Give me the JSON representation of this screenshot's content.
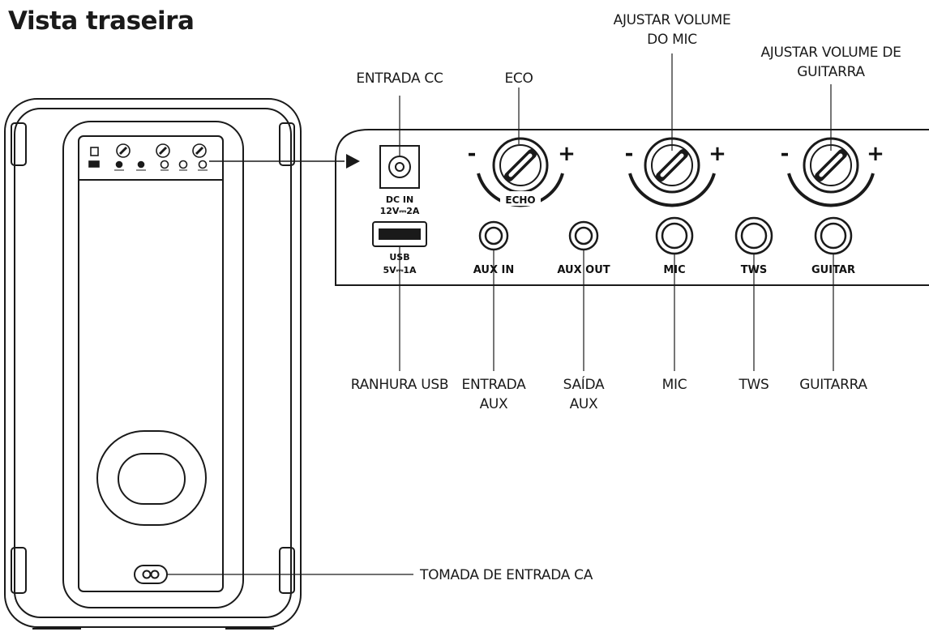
{
  "title": "Vista traseira",
  "callouts": {
    "dc_in": "ENTRADA CC",
    "echo": "ECO",
    "mic_volume_line1": "AJUSTAR VOLUME",
    "mic_volume_line2": "DO MIC",
    "guitar_volume_line1": "AJUSTAR VOLUME DE",
    "guitar_volume_line2": "GUITARRA",
    "usb_slot": "RANHURA USB",
    "aux_in_line1": "ENTRADA",
    "aux_in_line2": "AUX",
    "aux_out_line1": "SAÍDA",
    "aux_out_line2": "AUX",
    "mic": "MIC",
    "tws": "TWS",
    "guitar": "GUITARRA",
    "ac_socket": "TOMADA DE ENTRADA CA"
  },
  "panel": {
    "dc_in_line1": "DC IN",
    "dc_in_line2": "12V⎓2A",
    "usb_line1": "USB",
    "usb_line2": "5V⎓1A",
    "echo": "ECHO",
    "aux_in": "AUX IN",
    "aux_out": "AUX OUT",
    "mic": "MIC",
    "tws": "TWS",
    "guitar": "GUITAR",
    "minus": "-",
    "plus": "+"
  },
  "icons": [
    "knob-icon",
    "jack-icon",
    "usb-port-icon",
    "dc-jack-icon",
    "ac-socket-icon",
    "arrow-icon"
  ]
}
